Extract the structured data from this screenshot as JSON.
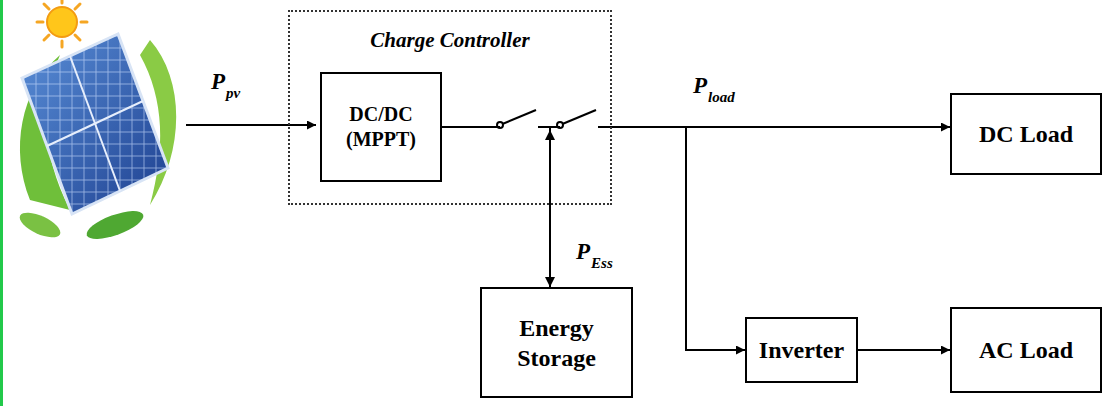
{
  "diagram": {
    "nodes": [
      {
        "text": [
          "Charge Controller"
        ]
      },
      {
        "text": [
          "DC/DC (MPPT)"
        ],
        "in": 0
      },
      {
        "text": [
          "DC Load"
        ]
      },
      {
        "text": [
          "Energy Storage"
        ]
      },
      {
        "text": [
          "Inverter"
        ]
      },
      {
        "text": [
          "AC Load"
        ]
      }
    ],
    "edges": [
      {
        "from": 1,
        "to": 2,
        "arrow": "to"
      },
      {
        "from": 1,
        "to": 3,
        "arrow": "both"
      },
      {
        "from": 1,
        "to": 4,
        "arrow": "to"
      },
      {
        "from": 4,
        "to": 5,
        "arrow": "to"
      }
    ],
    "labels": [
      "P",
      "pv",
      "P",
      "load",
      "P",
      "Ess"
    ]
  }
}
